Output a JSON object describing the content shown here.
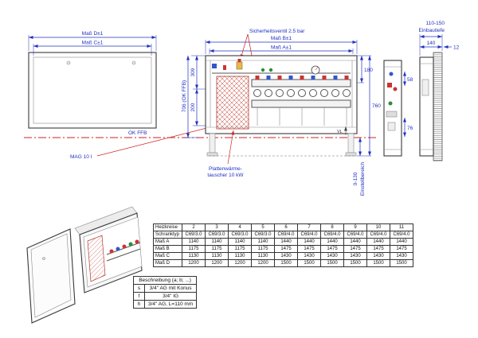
{
  "colors": {
    "dimension": "#2030c0",
    "leader": "#cc2222",
    "outline": "#3a3a3a",
    "hatch": "#c0392b"
  },
  "annotations": {
    "mass_d": "Maß D±1",
    "mass_c": "Maß C±1",
    "mass_b": "Maß B±1",
    "mass_a": "Maß A±1",
    "safety_valve": "Sicherheitsventil 2.5 bar",
    "install_depth_1": "110-150",
    "install_depth_2": "Einbautiefe",
    "dim_140": "140",
    "dim_12": "12",
    "dim_706": "706 (OK FFB)",
    "ok_ffb": "OK FFB",
    "dim_309": "309",
    "dim_200": "200",
    "dim_180": "180",
    "dim_760": "760",
    "dim_58": "58",
    "dim_76": "76",
    "mag": "MAG 10 l",
    "heat_exchanger_line1": "Plattenwärme-",
    "heat_exchanger_line2": "tauscher 10 kW",
    "vl": "VL",
    "adjust_range": "0-130",
    "adjust_label": "Einstellbereich"
  },
  "size_table": {
    "row_labels": [
      "Heizkreise",
      "Schranktyp",
      "Maß A",
      "Maß B",
      "Maß C",
      "Maß D"
    ],
    "circuits": [
      "2",
      "3",
      "4",
      "5",
      "6",
      "7",
      "8",
      "9",
      "10",
      "11"
    ],
    "rows": [
      [
        "C69/3.0",
        "C69/3.0",
        "C69/3.0",
        "C69/3.0",
        "C69/4.0",
        "C69/4.0",
        "C69/4.0",
        "C69/4.0",
        "C69/4.0",
        "C69/4.0"
      ],
      [
        "1140",
        "1140",
        "1140",
        "1140",
        "1440",
        "1440",
        "1440",
        "1440",
        "1440",
        "1440"
      ],
      [
        "1175",
        "1175",
        "1175",
        "1175",
        "1475",
        "1475",
        "1475",
        "1475",
        "1475",
        "1475"
      ],
      [
        "1130",
        "1130",
        "1130",
        "1130",
        "1430",
        "1430",
        "1430",
        "1430",
        "1430",
        "1430"
      ],
      [
        "1200",
        "1200",
        "1200",
        "1200",
        "1500",
        "1500",
        "1500",
        "1500",
        "1500",
        "1500"
      ]
    ]
  },
  "description_table": {
    "title": "Beschreibung (a; b; ...)",
    "rows": [
      {
        "key": "s",
        "value": "3/4\" AG mit Konus"
      },
      {
        "key": "f",
        "value": "3/4\" IG"
      },
      {
        "key": "h",
        "value": "3/4\" AG, L=110 mm"
      }
    ]
  }
}
